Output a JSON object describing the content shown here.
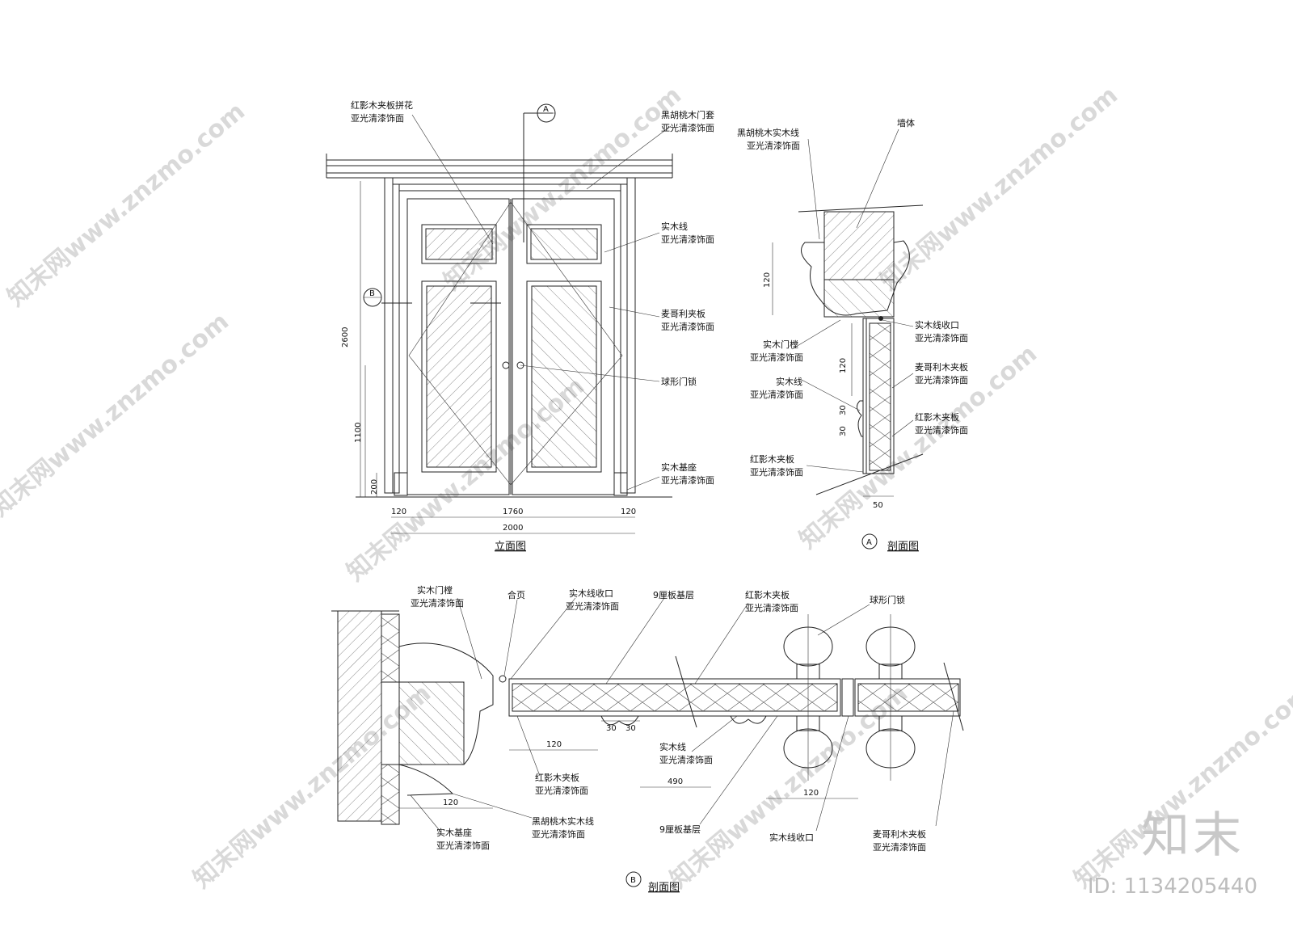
{
  "watermark": {
    "site": "知末网www.znzmo.com",
    "brand": "知末",
    "id": "ID: 1134205440"
  },
  "elevation": {
    "title": "立面图",
    "callouts": {
      "a_mark": "A",
      "b_mark": "B",
      "inlay_1": "红影木夹板拼花",
      "inlay_2": "亚光清漆饰面",
      "frame_1": "黑胡桃木门套",
      "frame_2": "亚光清漆饰面",
      "line_1": "实木线",
      "line_2": "亚光清漆饰面",
      "panel_1": "麦哥利夹板",
      "panel_2": "亚光清漆饰面",
      "lock": "球形门锁",
      "base_1": "实木基座",
      "base_2": "亚光清漆饰面"
    },
    "dims": {
      "h2600": "2600",
      "h1100": "1100",
      "h200": "200",
      "w120a": "120",
      "w1760": "1760",
      "w120b": "120",
      "w2000": "2000"
    }
  },
  "section_a": {
    "title": "剖面图",
    "mark": "A",
    "callouts": {
      "walnut_1": "黑胡桃木实木线",
      "walnut_2": "亚光清漆饰面",
      "wall": "墙体",
      "edge_1": "实木线收口",
      "edge_2": "亚光清漆饰面",
      "jamb_1": "实木门樘",
      "jamb_2": "亚光清漆饰面",
      "mg_1": "麦哥利木夹板",
      "mg_2": "亚光清漆饰面",
      "line_1": "实木线",
      "line_2": "亚光清漆饰面",
      "red_1": "红影木夹板",
      "red_2": "亚光清漆饰面",
      "redb_1": "红影木夹板",
      "redb_2": "亚光清漆饰面"
    },
    "dims": {
      "d120a": "120",
      "d120b": "120",
      "d30a": "30",
      "d30b": "30",
      "d50": "50"
    }
  },
  "section_b": {
    "title": "剖面图",
    "mark": "B",
    "callouts": {
      "jamb_1": "实木门樘",
      "jamb_2": "亚光清漆饰面",
      "hinge": "合页",
      "edge_1": "实木线收口",
      "edge_2": "亚光清漆饰面",
      "ply9": "9厘板基层",
      "red_1": "红影木夹板",
      "red_2": "亚光清漆饰面",
      "lock": "球形门锁",
      "line_1": "实木线",
      "line_2": "亚光清漆饰面",
      "redb_1": "红影木夹板",
      "redb_2": "亚光清漆饰面",
      "walnut_1": "黑胡桃木实木线",
      "walnut_2": "亚光清漆饰面",
      "base_1": "实木基座",
      "base_2": "亚光清漆饰面",
      "ply9b": "9厘板基层",
      "edge2": "实木线收口",
      "mg_1": "麦哥利木夹板",
      "mg_2": "亚光清漆饰面"
    },
    "dims": {
      "d30a": "30",
      "d30b": "30",
      "d120a": "120",
      "d120b": "120",
      "d490": "490",
      "d120c": "120"
    }
  }
}
